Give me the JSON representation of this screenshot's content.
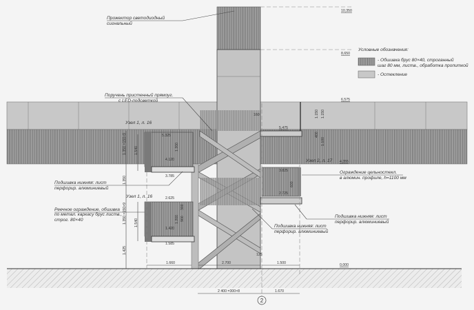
{
  "title": "Фасад лестницы",
  "colors": {
    "background": "#f4f4f4",
    "glazing": "#c8c8c8",
    "cladding": "#9a9a9a",
    "ground": "#e2e2e2"
  },
  "legend": {
    "title": "Условные обозначения:",
    "items": [
      {
        "line1": "- Обшивка брус 80×40, строганный",
        "line2": "шаг 80 мм, листв., обработка пропиткой"
      },
      {
        "line1": "- Остекление",
        "line2": ""
      }
    ]
  },
  "levels": {
    "l1": "10,350",
    "l2": "8,650",
    "l3": "6,575",
    "l4": "5,475",
    "l5": "4,355",
    "l6": "0,000"
  },
  "notes": {
    "projector": [
      "Прожектор светодиодный",
      "сигнальный"
    ],
    "handrail": [
      "Поручень пристенный прямоуг.",
      "с LED-подсветкой"
    ],
    "node1a": "Узел 1, л. 16",
    "node1b": "Узел 1, л. 16",
    "node2": "Узел 2, л. 17",
    "soffit_left": [
      "Подшивка нижняя: лист",
      "перфорир. алюминиевый"
    ],
    "railing": [
      "Реечное ограждение, обшивка",
      "по метал. каркасу брус листв.,",
      "строг. 80×40"
    ],
    "glass_fence": [
      "Ограждение цельностекл.",
      "в алюмин. профиле, h=1100 мм"
    ],
    "soffit_right": [
      "Подшивка нижняя: лист",
      "перфорир. алюминиевый"
    ],
    "soffit_center": [
      "Подшивка нижняя: лист",
      "перфорир. алюминиевый"
    ]
  },
  "dims": {
    "d1660": "1.660",
    "d2700": "2.700",
    "d1500": "1.500",
    "d2400": "2 400 =300×8",
    "d1670": "1.670",
    "m5325": "5.325",
    "m4120": "4.120",
    "m3785": "3.785",
    "m2625": "2.625",
    "m1420": "1.420",
    "m1585": "1.585",
    "m3825": "3.825",
    "m2725": "2.725",
    "v1350a": "1.350 =150×9",
    "v1540a": "1.540",
    "v1350": "1.350",
    "v1350b": "1.350 =150×9",
    "v1540b": "1.540",
    "v1425": "1.425",
    "v1200a": "1.200",
    "v1200b": "1.200",
    "v900": "900",
    "v300": "300",
    "v1150a": "1.150",
    "v1150b": "1.150",
    "v400": "400",
    "v1100": "1.100",
    "v160": "160",
    "v125": "125",
    "v600": "600"
  },
  "axis": "2"
}
